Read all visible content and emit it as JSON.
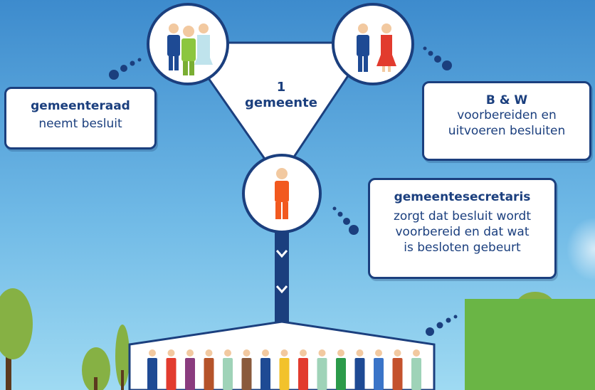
{
  "center": {
    "number": "1",
    "label": "gemeente"
  },
  "gemeenteraad": {
    "title": "gemeenteraad",
    "line1": "neemt besluit"
  },
  "bw": {
    "title": "B & W",
    "line1": "voorbereiden en",
    "line2": "uitvoeren besluiten"
  },
  "secretaris": {
    "title": "gemeentesecretaris",
    "line1": "zorgt dat besluit wordt",
    "line2": "voorbereid en dat wat",
    "line3": "is besloten gebeurt"
  },
  "colors": {
    "background_top": "#3f8fd0",
    "background_bottom": "#8fd3f0",
    "navy": "#1b3f7e",
    "green_panel": "#6ab545",
    "tree": "#86b144"
  },
  "icons": [
    "people-group-icon",
    "couple-icon",
    "person-orange-icon",
    "chevron-down-icon",
    "tree-icon",
    "crowd-icon"
  ]
}
